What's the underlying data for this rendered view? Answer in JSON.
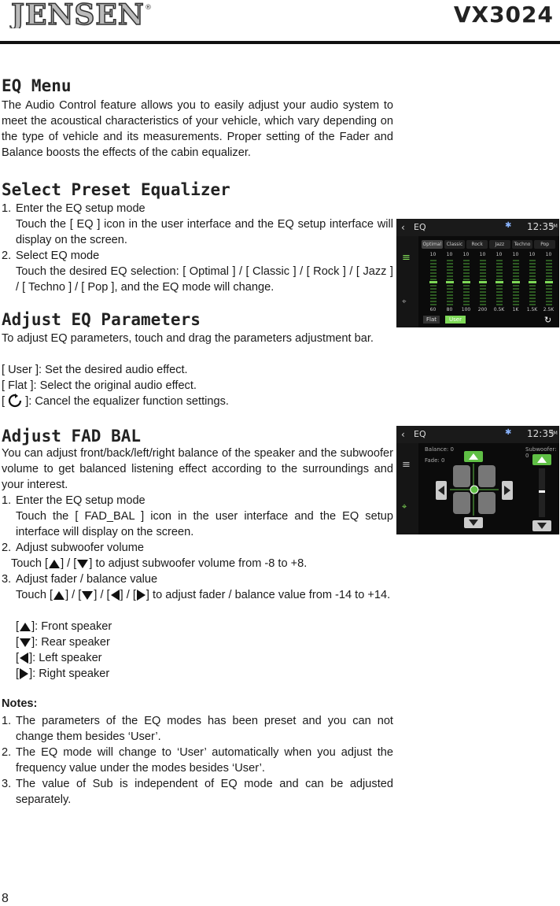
{
  "header": {
    "brand": "JENSEN",
    "model": "VX3024"
  },
  "eq_menu": {
    "heading": "EQ Menu",
    "body": "The Audio Control feature allows you to easily adjust your audio system to meet the acoustical characteristics of your vehicle, which vary depending on the type of vehicle and its measurements. Proper setting of the Fader and Balance boosts the effects of the cabin equalizer."
  },
  "preset": {
    "heading": "Select Preset Equalizer",
    "steps": [
      {
        "num": "1.",
        "title": "Enter the EQ setup mode",
        "detail": "Touch the [ EQ ] icon in the user interface and the EQ setup interface will display on the screen."
      },
      {
        "num": "2.",
        "title": "Select EQ mode",
        "detail": "Touch the desired EQ selection: [ Optimal ] / [ Classic ] / [ Rock ] / [ Jazz ] / [ Techno ] / [ Pop ], and the EQ mode will change."
      }
    ]
  },
  "adjust_eq": {
    "heading": "Adjust EQ Parameters",
    "body": "To adjust EQ parameters, touch and drag the parameters adjustment bar.",
    "user": "[ User ]: Set the desired audio effect.",
    "flat": "[ Flat ]:  Select the original audio effect.",
    "cancel_pre": "[",
    "cancel_post": "]: Cancel the equalizer function settings."
  },
  "fad": {
    "heading": "Adjust  FAD BAL",
    "body": "You can adjust front/back/left/right balance of the speaker and the subwoofer volume to get balanced listening effect according to the surroundings and your interest.",
    "step1_num": "1.",
    "step1_title": "Enter the EQ setup mode",
    "step1_detail": "Touch the [ FAD_BAL ] icon in the user interface and the EQ setup interface will display on the screen.",
    "step2_num": "2.",
    "step2_title": "Adjust subwoofer volume",
    "step2_a": "Touch [",
    "step2_b": "] / [",
    "step2_c": "] to adjust subwoofer volume from -8 to +8.",
    "step3_num": "3.",
    "step3_title": "Adjust fader / balance value",
    "step3_a": "Touch [",
    "step3_b": "] / [",
    "step3_c": "] / [",
    "step3_d": "] / [",
    "step3_e": "]  to adjust  fader / balance value from -14 to +14.",
    "front": "]: Front speaker",
    "rear": "]: Rear speaker",
    "left": "]: Left speaker",
    "right": "]: Right speaker",
    "open": "["
  },
  "notes": {
    "heading": "Notes:",
    "items": [
      {
        "num": "1.",
        "text": "The parameters of the EQ modes has been preset and you can not change them besides ‘User’."
      },
      {
        "num": "2.",
        "text": "The EQ mode will change to ‘User’ automatically when you adjust the frequency value under the modes besides ‘User’."
      },
      {
        "num": "3.",
        "text": "The value of Sub is independent of EQ mode and can be adjusted separately."
      }
    ]
  },
  "screen_eq": {
    "title": "EQ",
    "time": "12:35",
    "ampm": "PM",
    "modes": [
      "Optimal",
      "Classic",
      "Rock",
      "Jazz",
      "Techno",
      "Pop"
    ],
    "bands": [
      {
        "freq": "60",
        "level": "10"
      },
      {
        "freq": "80",
        "level": "10"
      },
      {
        "freq": "100",
        "level": "10"
      },
      {
        "freq": "200",
        "level": "10"
      },
      {
        "freq": "0.5K",
        "level": "10"
      },
      {
        "freq": "1K",
        "level": "10"
      },
      {
        "freq": "1.5K",
        "level": "10"
      },
      {
        "freq": "2.5K",
        "level": "10"
      }
    ],
    "flat": "Flat",
    "user": "User",
    "accent": "#7ed957"
  },
  "screen_fad": {
    "title": "EQ",
    "time": "12:35",
    "ampm": "PM",
    "balance": "Balance: 0",
    "fade": "Fade: 0",
    "subwoofer": "Subwoofer: 0"
  },
  "page_number": "8"
}
